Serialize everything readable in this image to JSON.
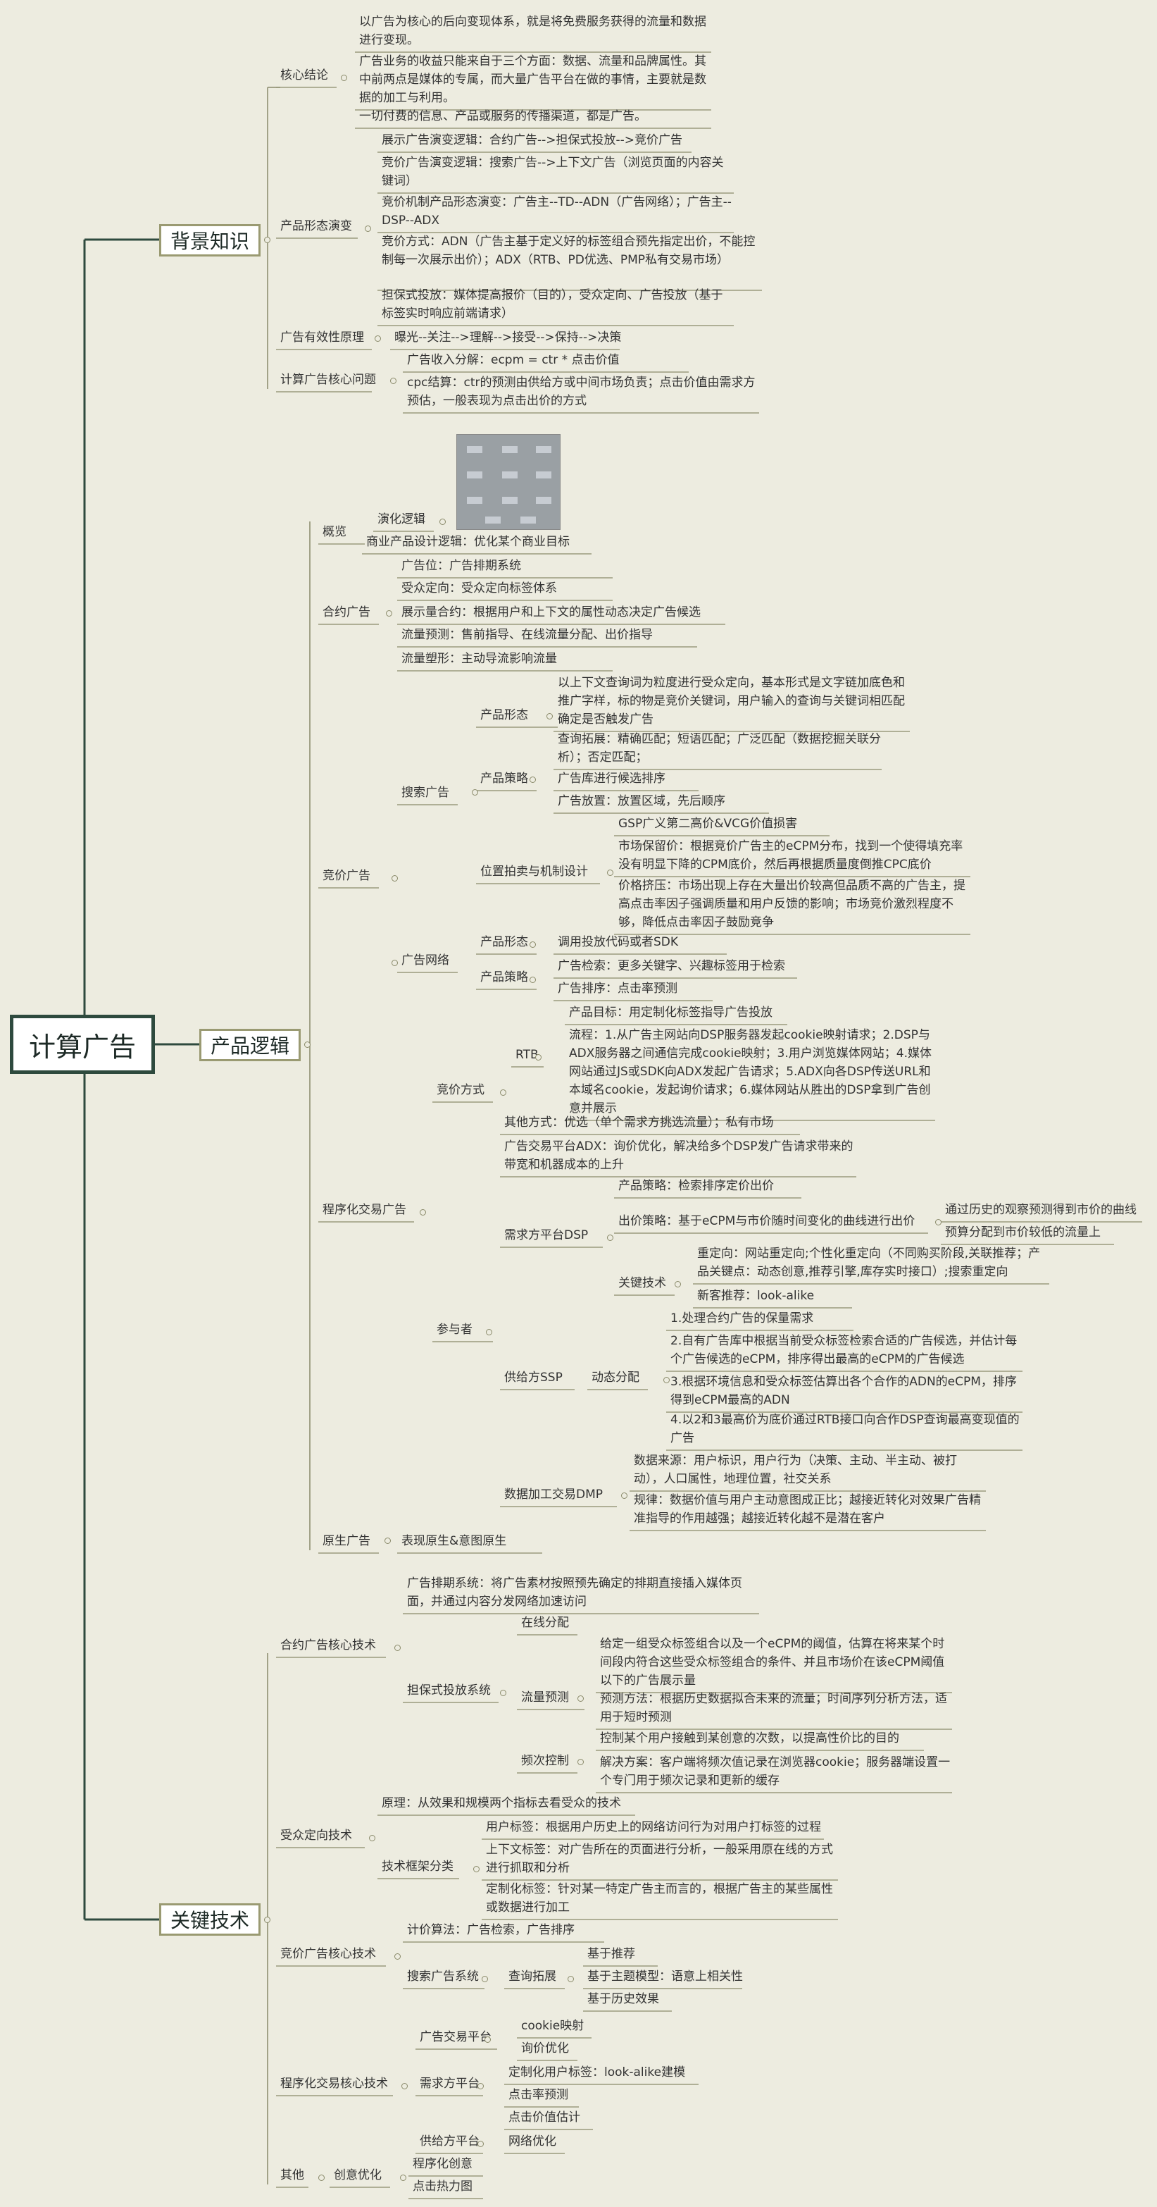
{
  "root": "计算广告",
  "branches": [
    "背景知识",
    "产品逻辑",
    "关键技术"
  ],
  "t": [
    "核心结论",
    "以广告为核心的后向变现体系，就是将免费服务获得的流量和数据进行变现。",
    "广告业务的收益只能来自于三个方面：数据、流量和品牌属性。其中前两点是媒体的专属，而大量广告平台在做的事情，主要就是数据的加工与利用。",
    "一切付费的信息、产品或服务的传播渠道，都是广告。",
    "产品形态演变",
    "展示广告演变逻辑：合约广告-->担保式投放-->竞价广告",
    "竞价广告演变逻辑：搜索广告-->上下文广告（浏览页面的内容关键词）",
    "竞价机制产品形态演变：广告主--TD--ADN（广告网络）；广告主--DSP--ADX",
    "竞价方式：ADN（广告主基于定义好的标签组合预先指定出价，不能控制每一次展示出价）；ADX（RTB、PD优选、PMP私有交易市场）",
    "担保式投放：媒体提高报价（目的），受众定向、广告投放（基于标签实时响应前端请求）",
    "广告有效性原理",
    "曝光--关注-->理解-->接受-->保持-->决策",
    "计算广告核心问题",
    "广告收入分解：ecpm = ctr * 点击价值",
    "cpc结算：ctr的预测由供给方或中间市场负责；点击价值由需求方预估，一般表现为点击出价的方式",
    "概览",
    "演化逻辑",
    "商业产品设计逻辑：优化某个商业目标",
    "合约广告",
    "广告位：广告排期系统",
    "受众定向：受众定向标签体系",
    "展示量合约：根据用户和上下文的属性动态决定广告候选",
    "流量预测：售前指导、在线流量分配、出价指导",
    "流量塑形：主动导流影响流量",
    "竞价广告",
    "搜索广告",
    "产品形态",
    "以上下文查询词为粒度进行受众定向，基本形式是文字链加底色和推广字样，标的物是竞价关键词，用户输入的查询与关键词相匹配确定是否触发广告",
    "产品策略",
    "查询拓展：精确匹配；短语匹配；广泛匹配（数据挖掘关联分析）；否定匹配；",
    "广告库进行候选排序",
    "广告放置：放置区域，先后顺序",
    "位置拍卖与机制设计",
    "GSP广义第二高价&VCG价值损害",
    "市场保留价：根据竞价广告主的eCPM分布，找到一个使得填充率没有明显下降的CPM底价，然后再根据质量度倒推CPC底价",
    "价格挤压：市场出现上存在大量出价较高但品质不高的广告主，提高点击率因子强调质量和用户反馈的影响；市场竞价激烈程度不够，降低点击率因子鼓励竞争",
    "广告网络",
    "产品形态",
    "调用投放代码或者SDK",
    "产品策略",
    "广告检索：更多关键字、兴趣标签用于检索",
    "广告排序：点击率预测",
    "程序化交易广告",
    "竞价方式",
    "RTB",
    "产品目标：用定制化标签指导广告投放",
    "流程：1.从广告主网站向DSP服务器发起cookie映射请求；2.DSP与ADX服务器之间通信完成cookie映射；3.用户浏览媒体网站；4.媒体网站通过JS或SDK向ADX发起广告请求；5.ADX向各DSP传送URL和本域名cookie，发起询价请求；6.媒体网站从胜出的DSP拿到广告创意并展示",
    "其他方式：优选（单个需求方挑选流量）；私有市场",
    "参与者",
    "广告交易平台ADX：询价优化，解决给多个DSP发广告请求带来的带宽和机器成本的上升",
    "需求方平台DSP",
    "产品策略：检索排序定价出价",
    "出价策略：基于eCPM与市价随时间变化的曲线进行出价",
    "通过历史的观察预测得到市价的曲线",
    "预算分配到市价较低的流量上",
    "关键技术",
    "重定向：网站重定向;个性化重定向（不同购买阶段,关联推荐；产品关键点：动态创意,推荐引擎,库存实时接口）;搜索重定向",
    "新客推荐：look-alike",
    "供给方SSP",
    "动态分配",
    "1.处理合约广告的保量需求",
    "2.自有广告库中根据当前受众标签检索合适的广告候选，并估计每个广告候选的eCPM，排序得出最高的eCPM的广告候选",
    "3.根据环境信息和受众标签估算出各个合作的ADN的eCPM，排序得到eCPM最高的ADN",
    "4.以2和3最高价为底价通过RTB接口向合作DSP查询最高变现值的广告",
    "数据加工交易DMP",
    "数据来源：用户标识，用户行为（决策、主动、半主动、被打动），人口属性，地理位置，社交关系",
    "规律：数据价值与用户主动意图成正比；越接近转化对效果广告精准指导的作用越强；越接近转化越不是潜在客户",
    "原生广告",
    "表现原生&意图原生",
    "合约广告核心技术",
    "广告排期系统：将广告素材按照预先确定的排期直接插入媒体页面，并通过内容分发网络加速访问",
    "担保式投放系统",
    "在线分配",
    "流量预测",
    "给定一组受众标签组合以及一个eCPM的阈值，估算在将来某个时间段内符合这些受众标签组合的条件、并且市场价在该eCPM阈值以下的广告展示量",
    "预测方法：根据历史数据拟合未来的流量；时间序列分析方法，适用于短时预测",
    "频次控制",
    "控制某个用户接触到某创意的次数，以提高性价比的目的",
    "解决方案：客户端将频次值记录在浏览器cookie；服务器端设置一个专门用于频次记录和更新的缓存",
    "受众定向技术",
    "原理：从效果和规模两个指标去看受众的技术",
    "技术框架分类",
    "用户标签：根据用户历史上的网络访问行为对用户打标签的过程",
    "上下文标签：对广告所在的页面进行分析，一般采用原在线的方式进行抓取和分析",
    "定制化标签：针对某一特定广告主而言的，根据广告主的某些属性或数据进行加工",
    "竞价广告核心技术",
    "计价算法：广告检索，广告排序",
    "搜索广告系统",
    "查询拓展",
    "基于推荐",
    "基于主题模型：语意上相关性",
    "基于历史效果",
    "程序化交易核心技术",
    "广告交易平台",
    "cookie映射",
    "询价优化",
    "需求方平台",
    "定制化用户标签：look-alike建模",
    "点击率预测",
    "点击价值估计",
    "供给方平台",
    "网络优化",
    "其他",
    "创意优化",
    "程序化创意",
    "点击热力图"
  ]
}
